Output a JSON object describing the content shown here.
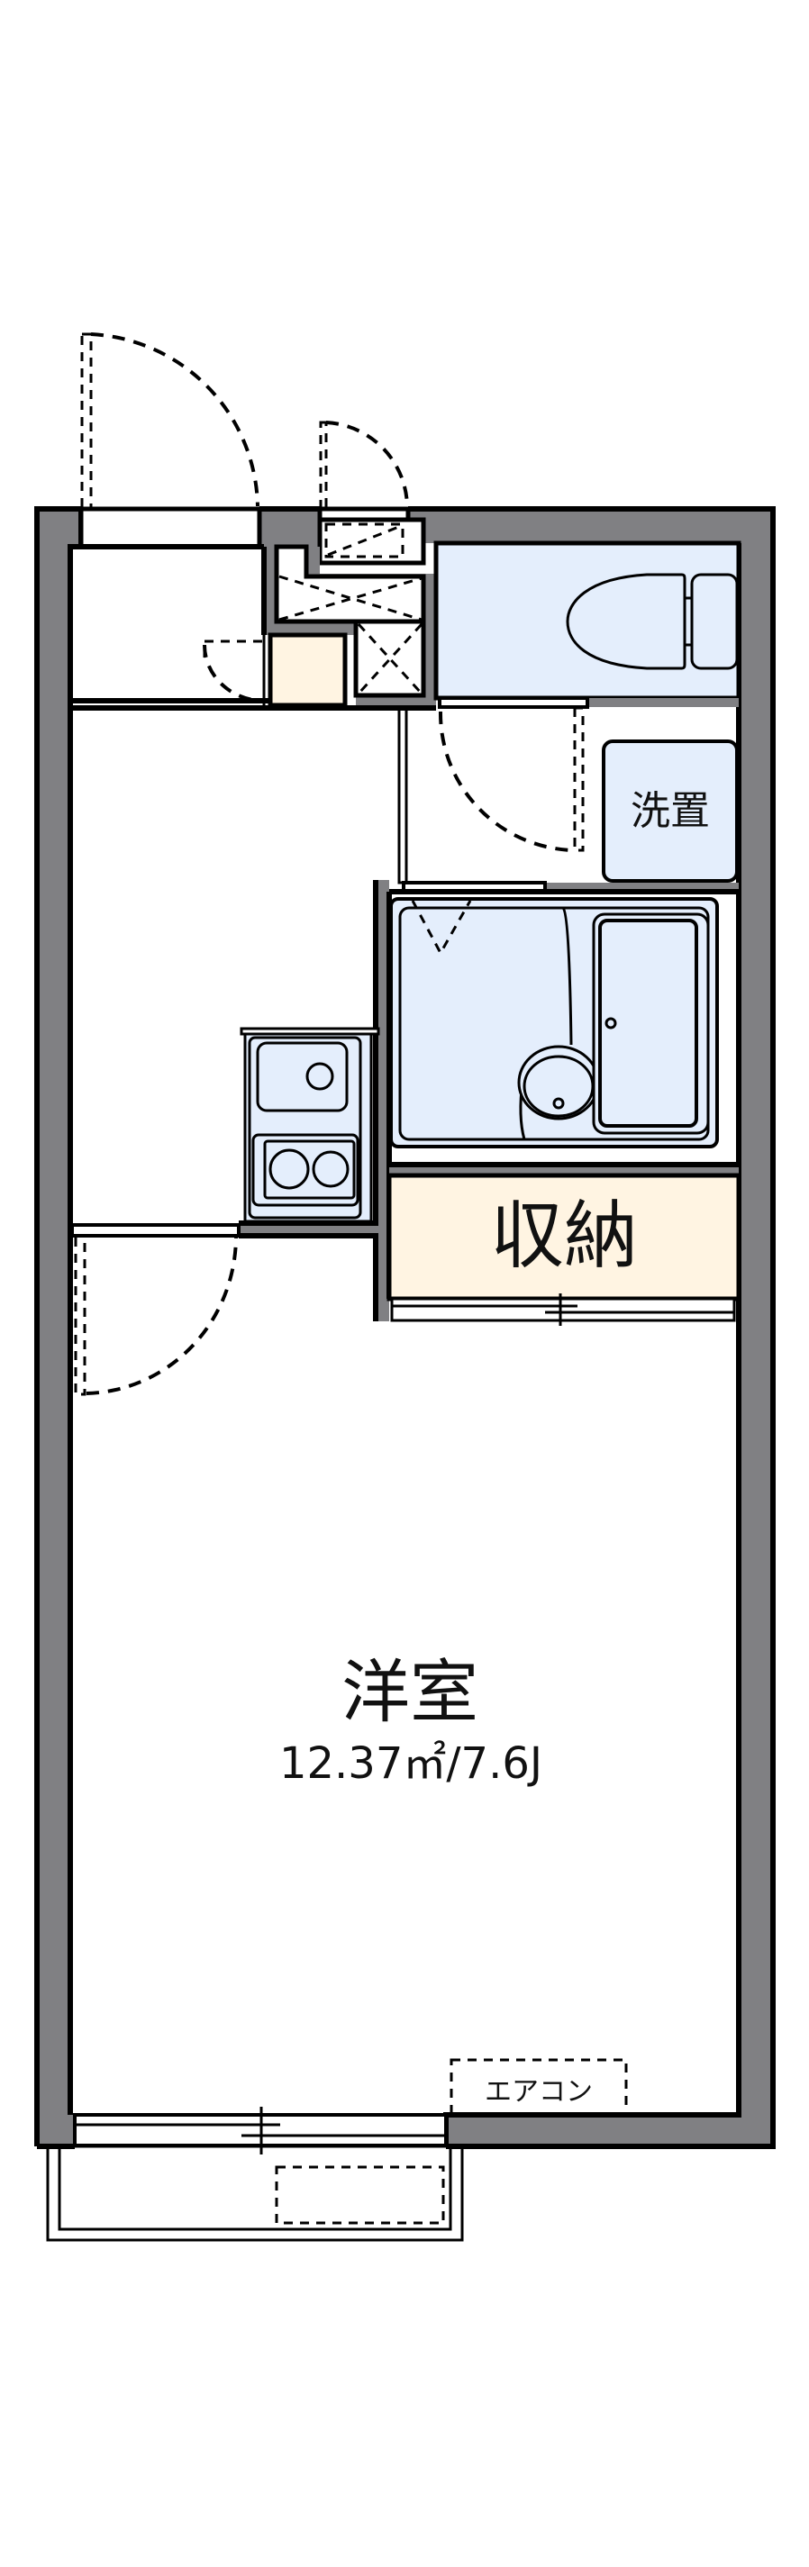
{
  "floor_plan": {
    "colors": {
      "wall": "#808083",
      "wet_area": "#e4eefc",
      "storage": "#fff4e2",
      "outline": "#000000",
      "background": "#ffffff"
    },
    "rooms": {
      "western_room": {
        "label": "洋室",
        "area": "12.37㎡/7.6J"
      },
      "storage": {
        "label": "収納"
      },
      "washer_space": {
        "label": "洗置"
      },
      "aircon": {
        "label": "エアコン"
      }
    },
    "fixtures": [
      "entrance-door",
      "meter-box",
      "pipe-shaft",
      "shoe-cabinet",
      "toilet",
      "washroom-door",
      "unit-bath",
      "kitchen-sink",
      "two-burner-stove",
      "room-door",
      "closet-sliding-doors",
      "sliding-window",
      "balcony",
      "outdoor-unit"
    ]
  }
}
